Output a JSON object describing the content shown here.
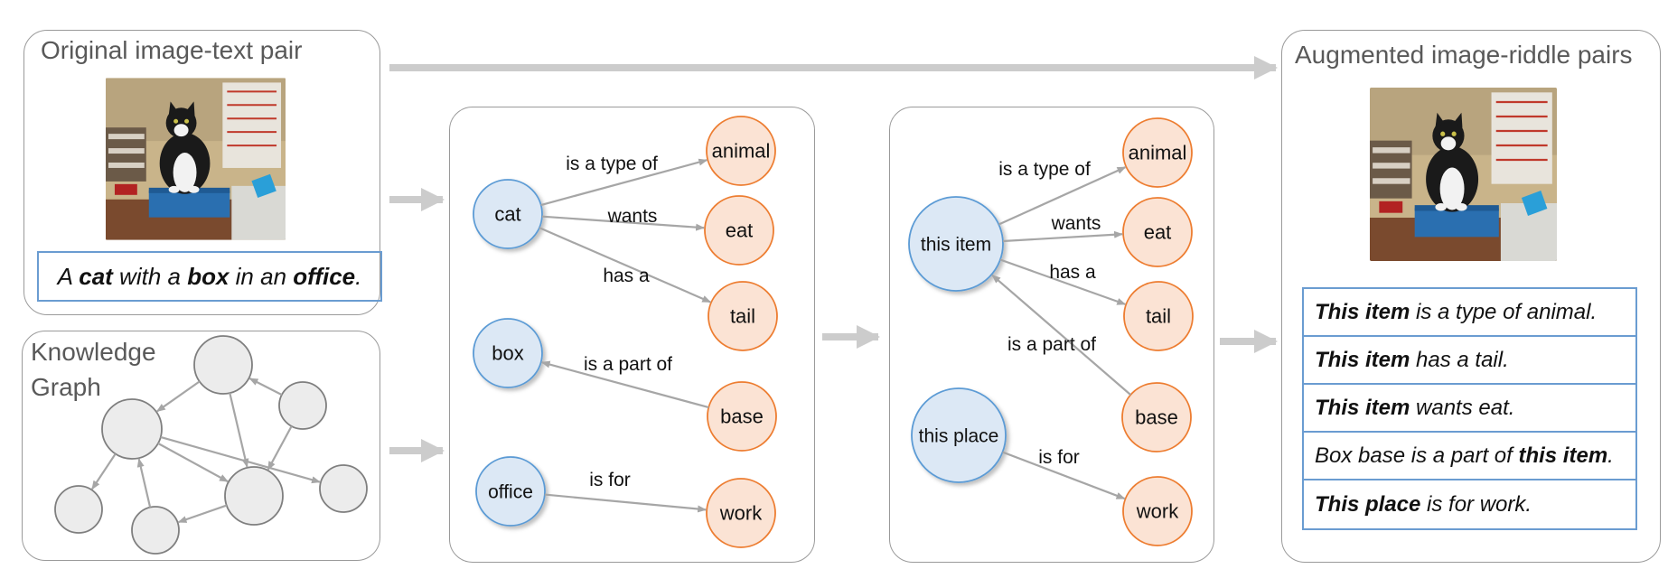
{
  "original": {
    "title": "Original image-text pair",
    "photo_alt": "cat sitting in a box on an office desk",
    "caption": [
      {
        "t": "A ",
        "b": false
      },
      {
        "t": "cat",
        "b": true
      },
      {
        "t": " with a ",
        "b": false
      },
      {
        "t": "box",
        "b": true
      },
      {
        "t": " in an ",
        "b": false
      },
      {
        "t": "office",
        "b": true
      },
      {
        "t": ".",
        "b": false
      }
    ]
  },
  "knowledge_graph": {
    "title_line1": "Knowledge",
    "title_line2": "Graph"
  },
  "graph1": {
    "nodes": {
      "cat": "cat",
      "box": "box",
      "office": "office",
      "animal": "animal",
      "eat": "eat",
      "tail": "tail",
      "base": "base",
      "work": "work"
    },
    "edges": {
      "type_of": "is a type of",
      "wants": "wants",
      "has_a": "has a",
      "part_of": "is a part of",
      "is_for": "is for"
    }
  },
  "graph2": {
    "nodes": {
      "item": "this item",
      "place": "this place",
      "animal": "animal",
      "eat": "eat",
      "tail": "tail",
      "base": "base",
      "work": "work"
    },
    "edges": {
      "type_of": "is a type of",
      "wants": "wants",
      "has_a": "has a",
      "part_of": "is a part of",
      "is_for": "is for"
    }
  },
  "augmented": {
    "title": "Augmented image-riddle pairs",
    "riddles": [
      [
        {
          "t": "This item",
          "b": true
        },
        {
          "t": " is a type of animal.",
          "b": false
        }
      ],
      [
        {
          "t": "This item",
          "b": true
        },
        {
          "t": " has a tail.",
          "b": false
        }
      ],
      [
        {
          "t": "This item",
          "b": true
        },
        {
          "t": " wants eat.",
          "b": false
        }
      ],
      [
        {
          "t": "Box base is a part of ",
          "b": false
        },
        {
          "t": "this item",
          "b": true
        },
        {
          "t": ".",
          "b": false
        }
      ],
      [
        {
          "t": "This place",
          "b": true
        },
        {
          "t": " is for work.",
          "b": false
        }
      ]
    ]
  },
  "colors": {
    "entity_fill": "#dce8f5",
    "entity_stroke": "#5b9bd5",
    "concept_fill": "#fbe3d4",
    "concept_stroke": "#ed7d31",
    "kg_fill": "#ececec",
    "kg_stroke": "#7f7f7f",
    "arrow": "#a6a6a6",
    "flow_arrow": "#cccccc",
    "table_border": "#6a9cd1"
  }
}
